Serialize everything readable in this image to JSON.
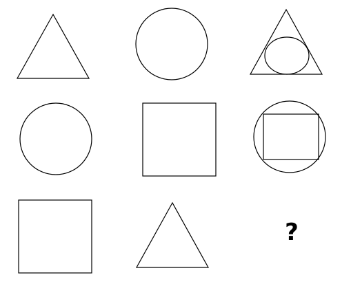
{
  "puzzle": {
    "grid": [
      [
        "triangle",
        "circle",
        "circle-inside-triangle"
      ],
      [
        "circle",
        "square",
        "square-inside-circle"
      ],
      [
        "square",
        "triangle",
        "missing"
      ]
    ],
    "missing_label": "?",
    "stroke_color": "#000000",
    "background_color": "#ffffff"
  }
}
